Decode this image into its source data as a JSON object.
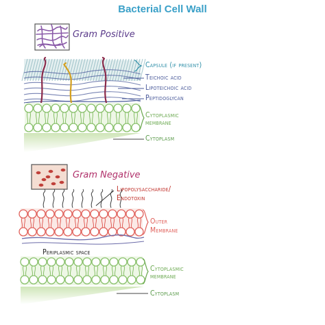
{
  "title": "Bacterial Cell Wall",
  "gram_positive": {
    "label": "Gram Positive",
    "labels": {
      "capsule": "Capsule (if present)",
      "teichoic": "Teichoic acid",
      "lipoteichoic": "Lipoteichoic acid",
      "peptidoglycan": "Peptidoglycan",
      "cytoplasmic_1": "Cytoplasmic",
      "cytoplasmic_2": "membrane",
      "cytoplasm": "Cytoplasm"
    }
  },
  "gram_negative": {
    "label": "Gram Negative",
    "labels": {
      "lps_1": "Lipopolysaccharide/",
      "lps_2": "Endotoxin",
      "outer_1": "Outer",
      "outer_2": "Membrane",
      "periplasmic": "Periplasmic space",
      "cytoplasmic_1": "Cytoplasmic",
      "cytoplasmic_2": "membrane",
      "cytoplasm": "Cytoplasm"
    }
  },
  "colors": {
    "title": "#3aa0c8",
    "gram_positive_label": "#5a3a8a",
    "gram_negative_label": "#b0306a",
    "capsule": "#2f8fa8",
    "teichoic": "#4a5a9a",
    "peptidoglycan": "#4a5a9a",
    "membrane_green": "#88c06a",
    "outer_membrane": "#e0605a",
    "lps": "#c0302a",
    "cytoplasm_line": "#444444"
  }
}
